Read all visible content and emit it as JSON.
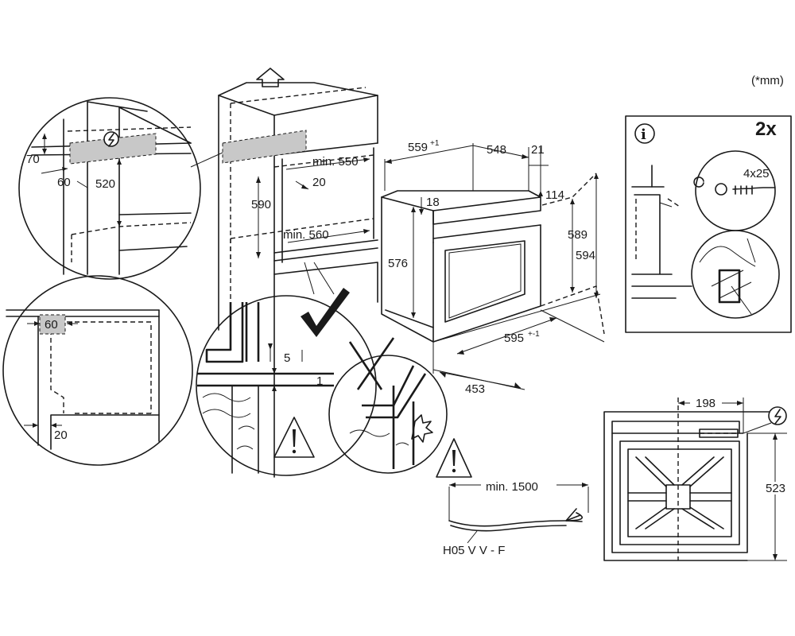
{
  "unit_note": "(*mm)",
  "cabinet": {
    "min_width": "min. 550",
    "depth_gap": "20",
    "height": "590",
    "min_depth": "min. 560"
  },
  "detail_top_left": {
    "vent_height": "70",
    "vent_depth": "60",
    "height": "520"
  },
  "detail_left": {
    "vent": "60",
    "gap": "20"
  },
  "oven": {
    "width_top": "559",
    "width_top_tol": "+1",
    "depth": "548",
    "panel": "21",
    "front_offset": "18",
    "top_gap": "114",
    "height_576": "576",
    "height_589": "589",
    "height_594": "594",
    "width_front": "595",
    "width_front_tol": "+-1",
    "depth_total": "453"
  },
  "gap_detail": {
    "gap_5": "5",
    "gap_1": "1"
  },
  "cable": {
    "length": "min. 1500",
    "type": "H05 V V - F"
  },
  "fixing": {
    "count": "2x",
    "screw": "4x25",
    "info_symbol": "i"
  },
  "back_view": {
    "width": "198",
    "height": "523"
  },
  "icons": [
    "lightning-symbol",
    "warning-triangle",
    "checkmark",
    "cross-mark",
    "arrow-up",
    "info-symbol"
  ]
}
